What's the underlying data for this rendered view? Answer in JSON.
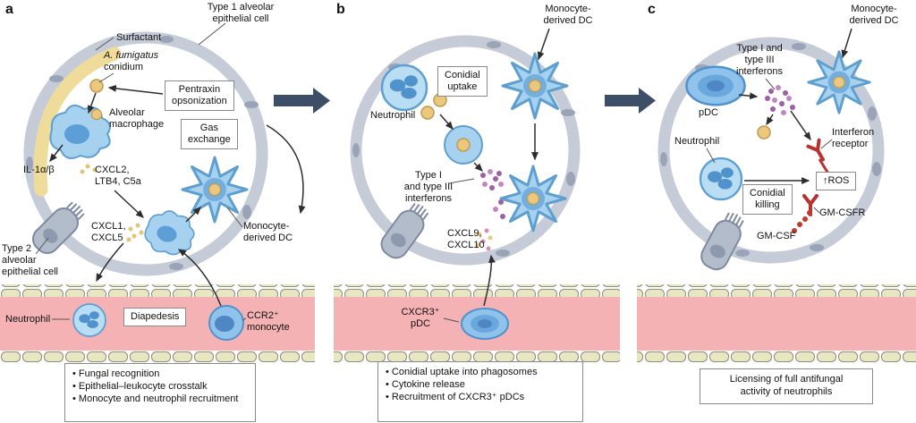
{
  "colors": {
    "cell_blue": "#a6d2ef",
    "cell_blue_dark": "#5b9fd6",
    "conidium_yellow": "#ecc87f",
    "interferon_purple": "#9c5fa8",
    "interferon_pink": "#c586c5",
    "vessel_pink": "#f5b2b4",
    "endothelium_tile": "#e9e6c4",
    "epithelium_gray": "#c5cbd7",
    "surfactant_yellow": "#efdc9a",
    "signal_red": "#b7332f",
    "flow_arrow": "#3d4f66"
  },
  "panels": {
    "a": {
      "tag": "a",
      "labels": {
        "type1_epithelial": "Type 1 alveolar\nepithelial cell",
        "surfactant": "Surfactant",
        "species": "A. fumigatus",
        "conidium": "conidium",
        "pentraxin_box": "Pentraxin\nopsonization",
        "alveolar_macrophage": "Alveolar\nmacrophage",
        "gas_box": "Gas\nexchange",
        "il1": "IL-1α/β",
        "cxcl2_ltb4_c5a": "CXCL2,\nLTB4, C5a",
        "cxcl1_cxcl5": "CXCL1,\nCXCL5",
        "monocyte_dc": "Monocyte-\nderived DC",
        "type2_epithelial": "Type 2\nalveolar\nepithelial cell",
        "neutrophil": "Neutrophil",
        "diapedesis_box": "Diapedesis",
        "ccr2_monocyte": "CCR2⁺\nmonocyte"
      },
      "summary": [
        "• Fungal recognition",
        "• Epithelial–leukocyte crosstalk",
        "• Monocyte and neutrophil recruitment"
      ]
    },
    "b": {
      "tag": "b",
      "labels": {
        "monocyte_dc": "Monocyte-\nderived DC",
        "conidial_uptake_box": "Conidial\nuptake",
        "neutrophil": "Neutrophil",
        "interferons": "Type I\nand type III\ninterferons",
        "cxcl9_cxcl10": "CXCL9,\nCXCL10",
        "cxcr3_pdc": "CXCR3⁺\npDC"
      },
      "summary": [
        "• Conidial uptake into phagosomes",
        "• Cytokine release",
        "• Recruitment of CXCR3⁺ pDCs"
      ]
    },
    "c": {
      "tag": "c",
      "labels": {
        "monocyte_dc": "Monocyte-\nderived DC",
        "interferons": "Type I and\ntype III\ninterferons",
        "pdc": "pDC",
        "interferon_receptor": "Interferon\nreceptor",
        "neutrophil": "Neutrophil",
        "conidial_killing_box": "Conidial\nkilling",
        "ros": "↑ROS",
        "gmcsfr": "GM-CSFR",
        "gmcsf": "GM-CSF"
      },
      "summary": "Licensing of full antifungal\nactivity of neutrophils"
    }
  }
}
